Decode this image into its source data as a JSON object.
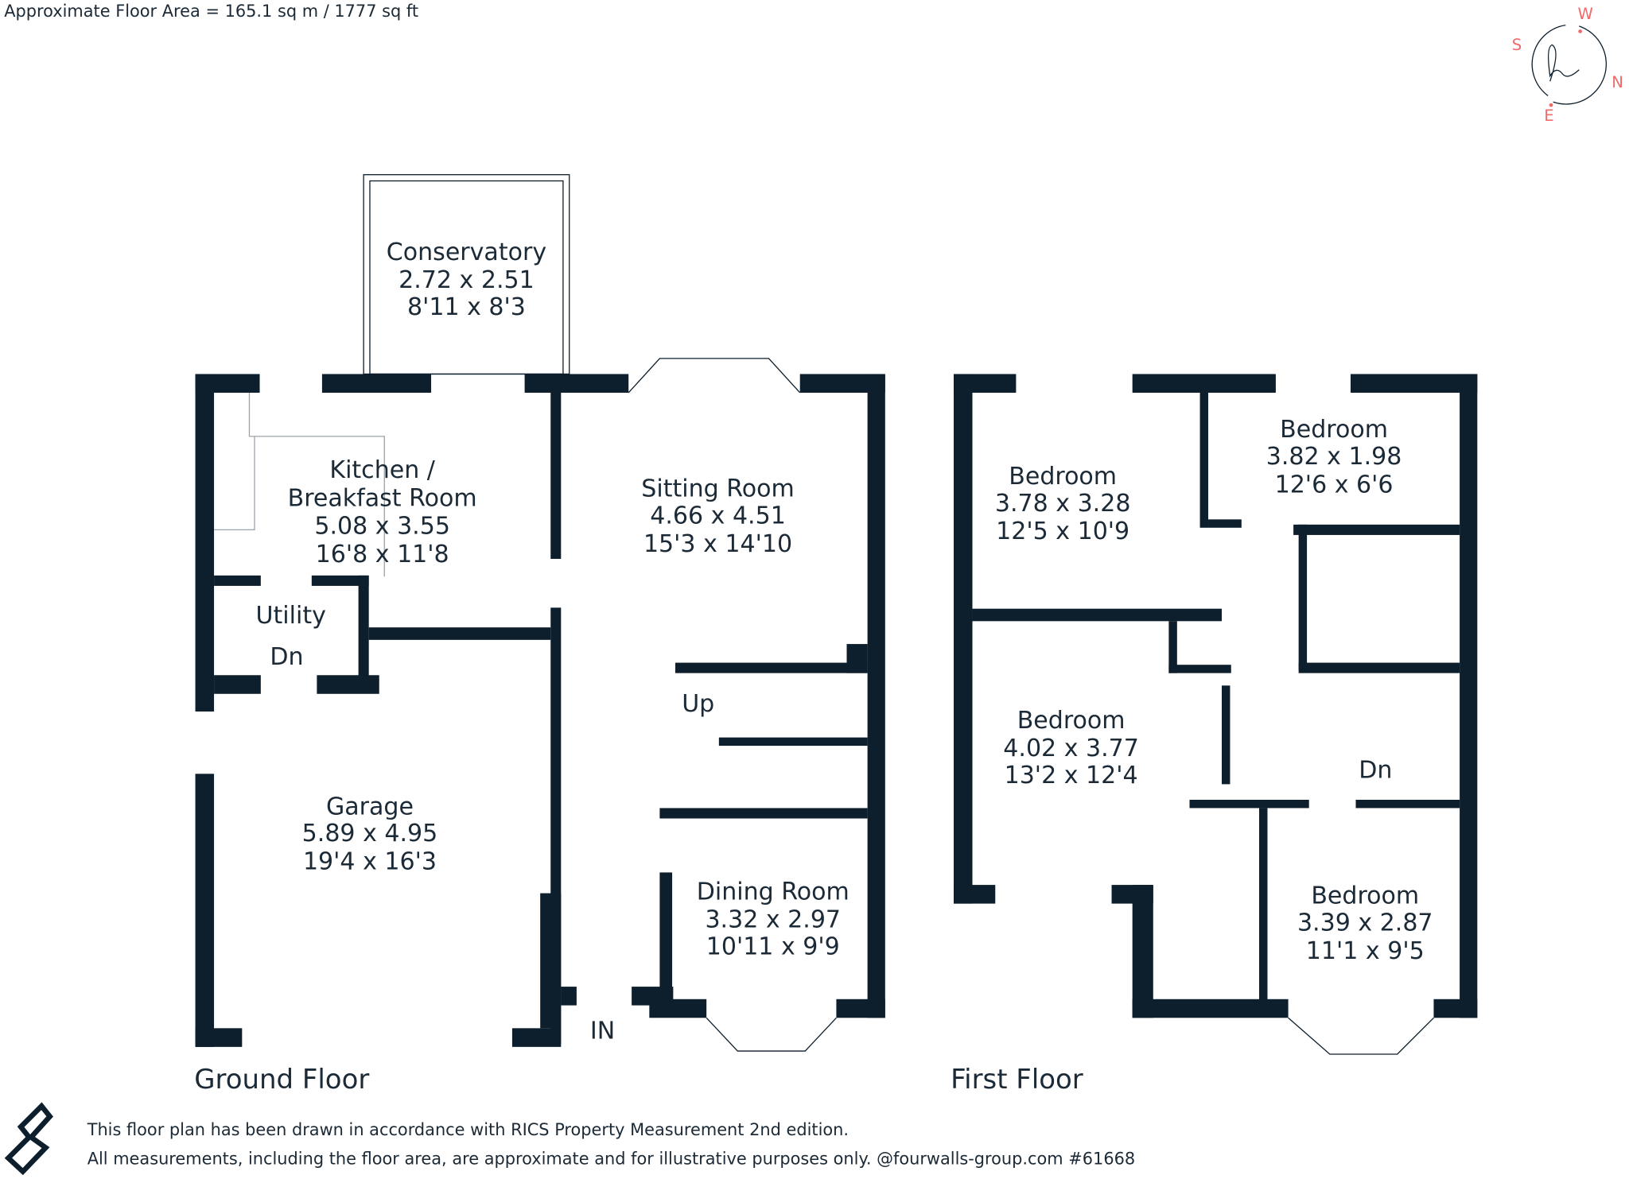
{
  "header": {
    "floor_area": "Approximate Floor Area = 165.1 sq m / 1777 sq ft"
  },
  "compass": {
    "w": "W",
    "s": "S",
    "n": "N",
    "e": "E",
    "logo": "h",
    "accent": "#f06a6a"
  },
  "ground_floor": {
    "title": "Ground Floor",
    "rooms": [
      {
        "name": "Conservatory",
        "metric": "2.72 x 2.51",
        "imperial": "8'11 x 8'3"
      },
      {
        "name": "Kitchen /",
        "name2": "Breakfast Room",
        "metric": "5.08 x 3.55",
        "imperial": "16'8 x 11'8"
      },
      {
        "name": "Sitting Room",
        "metric": "4.66 x 4.51",
        "imperial": "15'3 x 14'10"
      },
      {
        "name": "Utility",
        "extra": "Dn"
      },
      {
        "name": "Garage",
        "metric": "5.89 x 4.95",
        "imperial": "19'4 x 16'3"
      },
      {
        "name": "Dining Room",
        "metric": "3.32 x 2.97",
        "imperial": "10'11 x 9'9"
      }
    ],
    "stairs_label": "Up",
    "entrance_label": "IN"
  },
  "first_floor": {
    "title": "First Floor",
    "rooms": [
      {
        "name": "Bedroom",
        "metric": "3.78 x 3.28",
        "imperial": "12'5 x 10'9"
      },
      {
        "name": "Bedroom",
        "metric": "3.82 x 1.98",
        "imperial": "12'6 x 6'6"
      },
      {
        "name": "Bedroom",
        "metric": "4.02 x 3.77",
        "imperial": "13'2 x 12'4"
      },
      {
        "name": "Bedroom",
        "metric": "3.39 x 2.87",
        "imperial": "11'1 x 9'5"
      }
    ],
    "stairs_label": "Dn"
  },
  "footer": {
    "line1": "This floor plan has been drawn in accordance with RICS Property Measurement 2nd edition.",
    "line2": "All measurements, including the floor area, are approximate and for illustrative purposes only. @fourwalls-group.com #61668",
    "logo": "fourwalls"
  }
}
